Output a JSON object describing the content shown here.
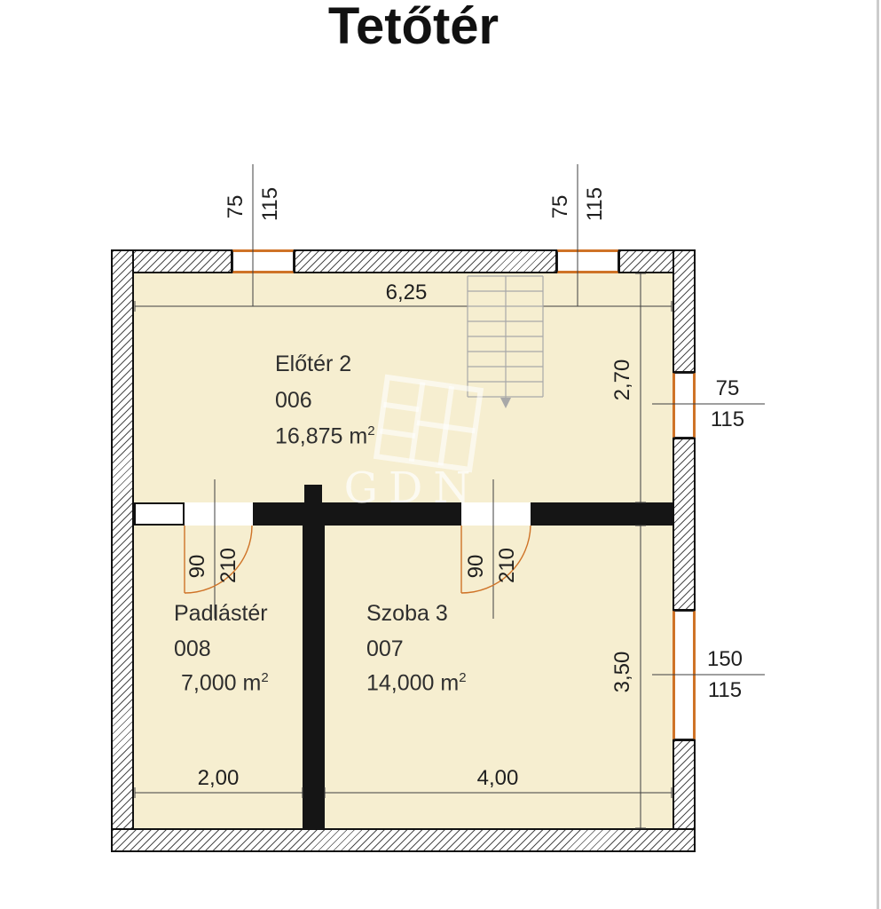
{
  "page": {
    "title": "Tetőtér"
  },
  "watermark": {
    "text": "GDN"
  },
  "rooms": {
    "eloter": {
      "name": "Előtér 2",
      "number": "006",
      "area": "16,875 m",
      "sup": "2"
    },
    "padlaster": {
      "name": "Padlástér",
      "number": "008",
      "area": "7,000 m",
      "sup": "2"
    },
    "szoba": {
      "name": "Szoba 3",
      "number": "007",
      "area": "14,000 m",
      "sup": "2"
    }
  },
  "dims": {
    "plan_width": "6,25",
    "upper_room_depth": "2,70",
    "lower_room_depth": "3,50",
    "padlaster_width": "2,00",
    "szoba_width": "4,00",
    "win_top_left": {
      "w": "75",
      "h": "115"
    },
    "win_top_right": {
      "w": "75",
      "h": "115"
    },
    "win_right_upper": {
      "w": "75",
      "h": "115"
    },
    "win_right_lower": {
      "w": "150",
      "h": "115"
    },
    "door_left": {
      "w": "90",
      "h": "210"
    },
    "door_right": {
      "w": "90",
      "h": "210"
    }
  },
  "colors": {
    "room_fill": "#f6eed0",
    "wall": "#101010",
    "window_accent": "#cf7327",
    "dimension_text": "#1f1f1f",
    "stairs": "#a8a8a8",
    "watermark": "#ffffff"
  }
}
